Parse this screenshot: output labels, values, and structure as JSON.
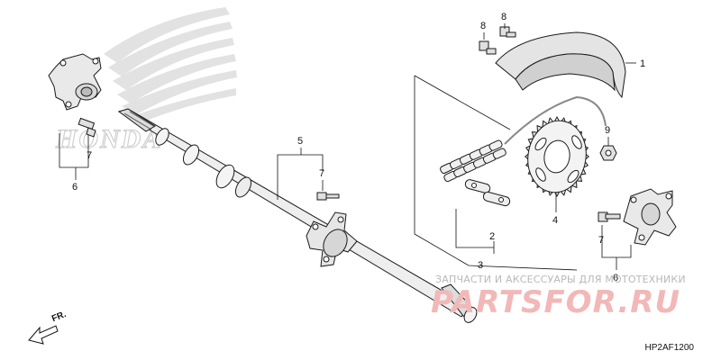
{
  "diagram": {
    "code": "HP2AF1200",
    "direction_label": "FR.",
    "callouts": [
      "1",
      "2",
      "3",
      "4",
      "5",
      "6",
      "6",
      "7",
      "7",
      "7",
      "8",
      "8",
      "9"
    ]
  },
  "watermark": {
    "brand": "HONDA",
    "caption": "ЗАПЧАСТИ И АКСЕССУАРЫ ДЛЯ МОТОТЕХНИКИ",
    "site": "PARTSFOR.RU"
  },
  "colors": {
    "ink": "#1a1a1a",
    "part_fill": "#e9e9e9",
    "watermark_gray": "#cfcfcf",
    "watermark_red": "#f2b8b8"
  }
}
